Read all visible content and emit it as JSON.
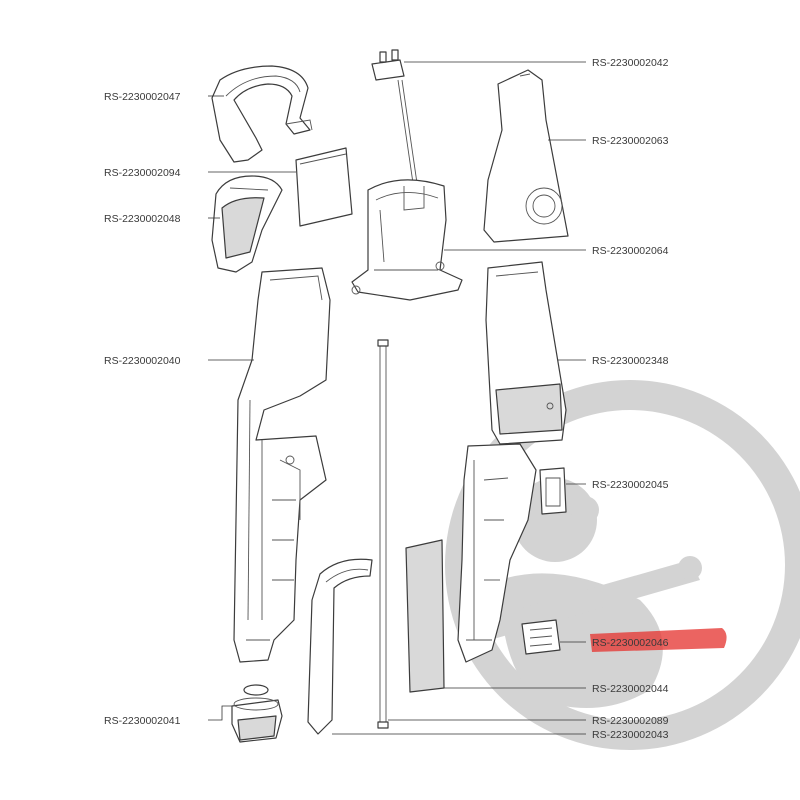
{
  "labels": {
    "p2047": "RS-2230002047",
    "p2094": "RS-2230002094",
    "p2048": "RS-2230002048",
    "p2040": "RS-2230002040",
    "p2041": "RS-2230002041",
    "p2042": "RS-2230002042",
    "p2063": "RS-2230002063",
    "p2064": "RS-2230002064",
    "p2348": "RS-2230002348",
    "p2045": "RS-2230002045",
    "p2046": "RS-2230002046",
    "p2044": "RS-2230002044",
    "p2089": "RS-2230002089",
    "p2043": "RS-2230002043"
  },
  "highlight": {
    "part": "RS-2230002046",
    "color": "#e53935"
  },
  "colors": {
    "watermark": "#d3d3d3",
    "line": "#333333"
  },
  "icons": {
    "watermark": "duck-wrench-logo"
  }
}
